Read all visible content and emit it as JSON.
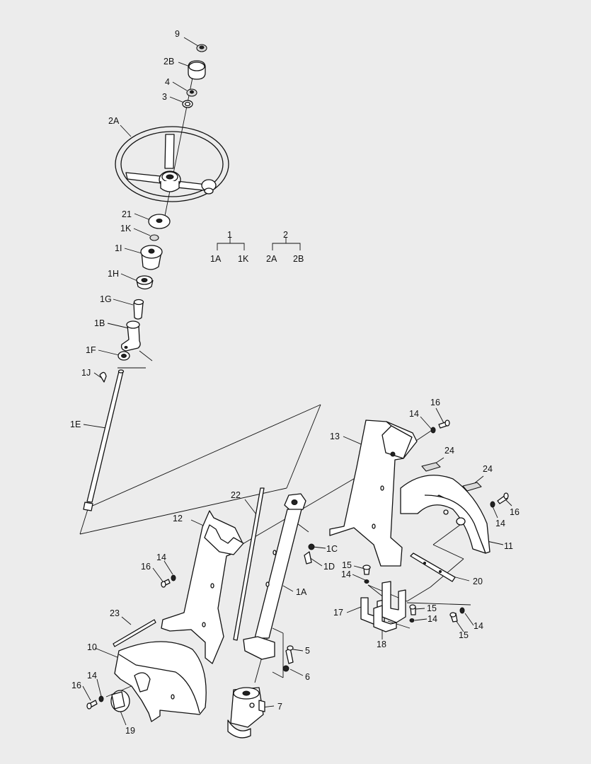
{
  "diagram": {
    "callouts": {
      "c9": "9",
      "c2B": "2B",
      "c4": "4",
      "c3": "3",
      "c2A": "2A",
      "c21": "21",
      "c1K": "1K",
      "c1I": "1I",
      "c1H": "1H",
      "c1G": "1G",
      "c1B": "1B",
      "c1F": "1F",
      "c1J": "1J",
      "c1E": "1E",
      "c13": "13",
      "c14a": "14",
      "c16a": "16",
      "c24a": "24",
      "c24b": "24",
      "c16b": "16",
      "c14b": "14",
      "c11": "11",
      "c22": "22",
      "c12": "12",
      "c14c": "14",
      "c16c": "16",
      "c1C": "1C",
      "c1D": "1D",
      "c1A": "1A",
      "c15a": "15",
      "c14d": "14",
      "c20": "20",
      "c17": "17",
      "c15b": "15",
      "c14e": "14",
      "c14f": "14",
      "c15c": "15",
      "c18": "18",
      "c23": "23",
      "c10": "10",
      "c5": "5",
      "c6": "6",
      "c14g": "14",
      "c16d": "16",
      "c19": "19",
      "c7": "7"
    },
    "legend": {
      "group1": {
        "title": "1",
        "left": "1A",
        "right": "1K"
      },
      "group2": {
        "title": "2",
        "left": "2A",
        "right": "2B"
      }
    }
  }
}
